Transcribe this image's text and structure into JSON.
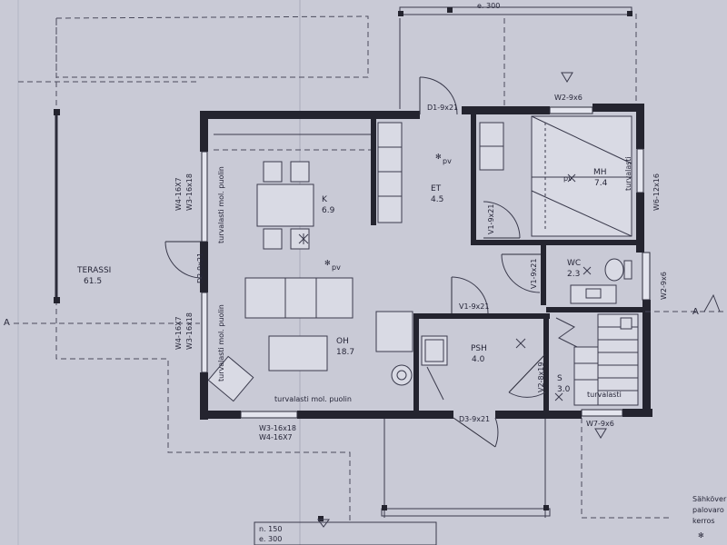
{
  "rooms": {
    "terassi": {
      "name": "TERASSI",
      "area": "61.5"
    },
    "keittio": {
      "name": "K",
      "area": "6.9"
    },
    "eteinen": {
      "name": "ET",
      "area": "4.5"
    },
    "makuuhuone": {
      "name": "MH",
      "area": "7.4"
    },
    "wc": {
      "name": "WC",
      "area": "2.3"
    },
    "olohuone": {
      "name": "OH",
      "area": "18.7"
    },
    "pesuhuone": {
      "name": "PSH",
      "area": "4.0"
    },
    "sauna": {
      "name": "S",
      "area": "3.0"
    }
  },
  "openings": {
    "d1": "D1-9x21",
    "d2": "D2-9x21",
    "d3": "D3-9x21",
    "w2_top": "W2-9x6",
    "w2_right": "W2-9x6",
    "w7": "W7-9x6",
    "w6": "W6-12x16",
    "w4_upper": "W4-16X7",
    "w3_upper": "W3-16x18",
    "w4_lower": "W4-16X7",
    "w3_lower": "W3-16x18",
    "w3_bottom": "W3-16x18",
    "w4_bottom": "W4-16X7",
    "v1_et": "V1-9x21",
    "v1_wc": "V1-9x21",
    "v1_psh": "V1-9x21",
    "v2": "V2-8x19"
  },
  "notes": {
    "safety_glass_both": "turvalasti mol. puolin",
    "safety_glass": "turvalasti",
    "pv": "pv"
  },
  "dimensions": {
    "e300_top": "e. 300",
    "n150": "n. 150",
    "e300_bottom": "e. 300"
  },
  "section_marks": {
    "left": "A",
    "right": "A"
  },
  "legend_fragment": [
    "Sähköver",
    "palovaro",
    "kerros"
  ]
}
